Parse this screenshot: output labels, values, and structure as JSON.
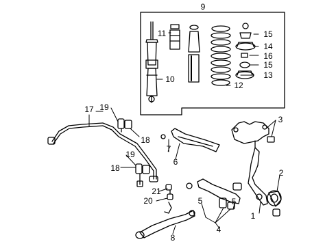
{
  "diagram": {
    "callouts": [
      {
        "id": "c1",
        "text": "1"
      },
      {
        "id": "c2",
        "text": "2"
      },
      {
        "id": "c3",
        "text": "3"
      },
      {
        "id": "c4",
        "text": "4"
      },
      {
        "id": "c5a",
        "text": "5"
      },
      {
        "id": "c5b",
        "text": "5"
      },
      {
        "id": "c6",
        "text": "6"
      },
      {
        "id": "c7",
        "text": "7"
      },
      {
        "id": "c8",
        "text": "8"
      },
      {
        "id": "c9",
        "text": "9"
      },
      {
        "id": "c10",
        "text": "10"
      },
      {
        "id": "c11",
        "text": "11"
      },
      {
        "id": "c12",
        "text": "12"
      },
      {
        "id": "c13",
        "text": "13"
      },
      {
        "id": "c14",
        "text": "14"
      },
      {
        "id": "c15a",
        "text": "15"
      },
      {
        "id": "c15b",
        "text": "15"
      },
      {
        "id": "c16",
        "text": "16"
      },
      {
        "id": "c17",
        "text": "17"
      },
      {
        "id": "c18a",
        "text": "18"
      },
      {
        "id": "c18b",
        "text": "18"
      },
      {
        "id": "c19a",
        "text": "19"
      },
      {
        "id": "c19b",
        "text": "19"
      },
      {
        "id": "c20",
        "text": "20"
      },
      {
        "id": "c21",
        "text": "21"
      }
    ]
  }
}
